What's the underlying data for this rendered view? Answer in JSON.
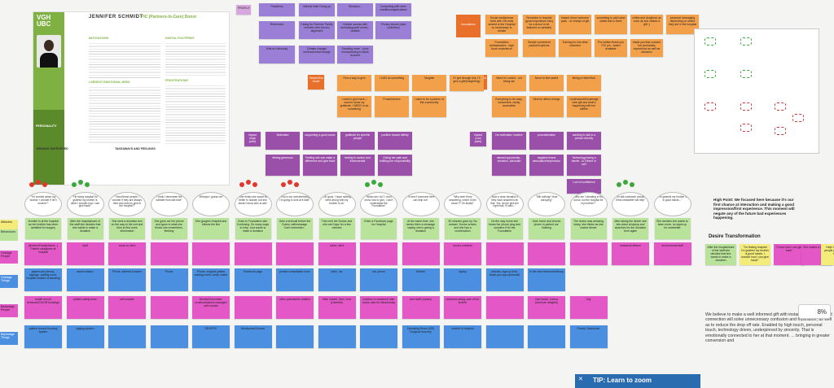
{
  "persona": {
    "logo_line1": "VGH",
    "logo_line2": "UBC",
    "name": "JENNIFER SCHMIDT",
    "role": "PIC (Partners-In-Care) Donor",
    "sections": [
      "MOTIVATIONS",
      "DIGITAL FOOTPRINT",
      "LARGEST EMOTIONAL NEED",
      "FRUSTRATIONS",
      "PERSONALITY",
      "BRANDS SUPPORTED",
      "TAKEAWAYS AND FEELINGS"
    ]
  },
  "row_labels": {
    "attitudes": "Attitudes",
    "behaviors": "Behaviours",
    "onstage_people": "Onstage People",
    "onstage_things": "Onstage Things",
    "backstage_people": "Backstage People",
    "backstage_things": "Backstage Things"
  },
  "top_notes": {
    "profile": "PROFILE",
    "row1": [
      "Pandemic",
      "Interest Rate Going up",
      "Elections -",
      "Competing with other charities/organizations"
    ],
    "row2": [
      "Retirement",
      "Caring for Parents/ Family member with chronic alignment",
      "Greater access with technology(self serve) - variable",
      "Privacy issues (data collection)"
    ],
    "row3": [
      "Kids at University",
      "Climate change/ environmental change",
      "Traveling more - more money/saving in Bank Account"
    ],
    "innovations": "Innovations",
    "innovations_row1": [
      "Social media/news reels with OB visits shared to the Hospital on news/ways to donate",
      "Reminder in hospital (good experience story for a donor to be featured on website)",
      "Instant donor welcome pack - on receipt of gift",
      "something to add value whilst she is there",
      "coffee and doughnut as soon as she makes a gift :)",
      "personal messaging depending on where they are in the hospital"
    ],
    "innovations_row2": [
      "Foundation ambassadors - high touch experience",
      "Simple convenient payment options",
      "Training for info desk volunteer",
      "Pre-written thank you PIC pin - watch available",
      "thank you that connect her personally experience as well as donation"
    ],
    "needs_sub": "Needs/Sub Goals",
    "needs_row1": [
      "Find a way to give",
      "I CAN do something",
      "Tangible",
      "If I get through this, I'll give a gift!(insight/ing)"
    ],
    "needs_row2": [
      "I want to give back, I want to show my gratitude, I NEED to do something",
      "Proactiveness",
      "I want to be a partner of this community"
    ],
    "needs_goals": "Needs/Sub Goals",
    "needs_right_row1": [
      "Need for control - not being ran",
      "Need to feel useful",
      "Being a Hello!/Hub"
    ],
    "needs_right_row2": [
      "Everything to be easy, convenient, clarity, accessible",
      "Need to affect change",
      "Understand/Knowledge both gift and what's happening with her bill/fee"
    ],
    "impact_high": "Impact (high point)",
    "impact_high_row1": [
      "Motivated",
      "supporting a good cause",
      "gratitude for specific people",
      "positive toward affinity"
    ],
    "impact_high_row2": [
      "feeling generous",
      "Feeling she can make a difference and give back",
      "feeling in control and instrumental",
      "Giving her path and fulfilling her responsibility"
    ],
    "impact_low": "Impact (Low point)",
    "impact_low_row1": [
      "De-motivated, inactive",
      "procrastination",
      "wanting to talk to a person directly"
    ],
    "impact_low_row2": [
      "missed opportunity - donation, advocate",
      "negative brand association/impression",
      "Technology being a barrier - is it there or not?"
    ],
    "impact_low_row3": [
      "Lost of confidence"
    ]
  },
  "attitude_bubbles": [
    "\"I'm worried about my brother. I wonder if he'll survive?\"",
    "\"He being hospital I'm grateful my brother is alive! I wonder how I can give back!\"",
    "\"I trust these people, I wonder if they are always here and need to give to the hospital?\"",
    "\"I think I remember the website from last time\"",
    "\"Whoops I guess not\"",
    "\"She thinks she would be better to donate, but she doesn't know who to ask\"",
    "\"This is too overwhelming. I'm going to look at it later\"",
    "\"Oh good, I hope nothing went wrong with my brother is ok\"",
    "\"What can I do? I don't know how to give, I don't understand the Foundation\"",
    "\"I'll see if someone here can help me\"",
    "\"Why aren't they answering, where is the donor?? Oh finally!\"",
    "\"Now a clear donation if they have answered all that. Yes, let me give the right mail, I'll also...\"",
    "\"Still nothing? How annoying\"",
    "\"Why am I donating to the donor, not the hospital for my brother?\"",
    "\"I'm still confused! wonder if this newsletter will help\"",
    "\"I'm grateful my brother is in good hands...\""
  ],
  "behavior_notes": [
    "Jennifer is at the hospital as her brother has been admitted for surgery",
    "After the hospital/care of the staff she decides that she wants to make a donation",
    "She sees a donation box on the way to the exit and tries to find more information",
    "She goes out her phone and types in what she thinks she remembers, fleeking",
    "She googles Hospital and follows the link",
    "Goes to Foundation site. Confusing. So many ways to help. Just wants to make a donation",
    "Gets a text/call before the Doctor call/message. Can't remember...",
    "Then text her Doctor and she can't type for a few minutes",
    "Enter a Facebook page for Hospital",
    "At the same time, she sends them a message saying she is giving a donation",
    "30 minutes goes by. No answer. Doctor arrives and she has a conversation",
    "On the way home she hears her phone ping and wonders if it's the Foundation",
    "Gets home and checks phone in parked car. Nothing",
    "The doctor was amazing today, she thinks as she makes dinner",
    "After taking the dinner she sits down at laptop and searches for the donation form again",
    "She decides she wants to learn more, so signs up for newsletter"
  ],
  "onstage_people": [
    "(Brother/Family/friend...) Patient caregivers at hospital",
    "staff",
    "nurse or clerk",
    "",
    "",
    "",
    "",
    "nurse, clerk",
    "",
    "",
    "doctor, resident",
    "",
    "",
    "",
    "husband/children",
    "doctor/nurse/staff"
  ],
  "onstage_things": [
    "paperwork (forms), signage, waiting room, hospital booklet of donating",
    "admin station",
    "Phone, internet browser",
    "Phone",
    "Phone, surgical patient waiting room/ comfy chairs",
    "Facebook page",
    "private consultation room",
    "radio, car",
    "car, phone",
    "Kitchen",
    "laptop",
    "website, sign up form, thank-you pop-up/emails",
    "in her own environment/cup"
  ],
  "backstage_people": [
    "health record services/ICU/OR bookings",
    "patient safety team",
    "web master",
    "",
    "IWorks/Generalise, communications manager/ web master",
    "",
    "other parents/her relative",
    "Mila, Daniel, Sam, Lisa (Liberties)",
    "Daniela on weekend/ after hours; also for Wednesday",
    "care staff (nurses)",
    "clinicians taking care of her brother",
    "",
    "Isla Daniel, Carina (Intercom widgets)",
    "Lilly"
  ],
  "backstage_things": [
    "patient record/ booking system",
    "paging system",
    "",
    "",
    "SEO/PPC",
    "Wordpress/Chrome",
    "",
    "",
    "",
    "Operating Room (OR) Surgical recovery",
    "brother in hospital",
    "",
    "",
    "Pardot, Salesforce"
  ],
  "highpoint": "High Point: We focused here because it's our first chance at interaction and making a good impression/first experience. This moment will negate any of the future bad experiences happening.",
  "desire": "Desire Transformation",
  "desire_notes": [
    "After the hospital/care of the staff she decides that she wants to make a donation",
    "\"I'm feeling hospital I'm grateful my brother is good hands. I wonder how I can give back!\"",
    "\"I know now I can give back\"",
    "She makes a donation",
    "Help! I felt a lot... people giving! \"I get the..."
  ],
  "believe": "We believe to make a well informed gift with instant gratification and connection will solve unnecessary confusion and frustration, as well as to reduce the drop off rate. Enabled by high touch, personal touch, technology driven, underpinned by sincerity. That is emotionally connected to her at that moment. ... bringing in greater conversion and",
  "tip": "TIP: Learn to zoom",
  "zoom": "8%",
  "colors": {
    "yellow": "#f4ec7a",
    "green": "#b9e39a",
    "pink": "#e457c6",
    "blue": "#4a8fe0",
    "purple": "#9a4fa8",
    "orange": "#f3a04a",
    "red": "#b83a2f",
    "dotred": "#e2372f",
    "dotgreen": "#3aa83a"
  }
}
